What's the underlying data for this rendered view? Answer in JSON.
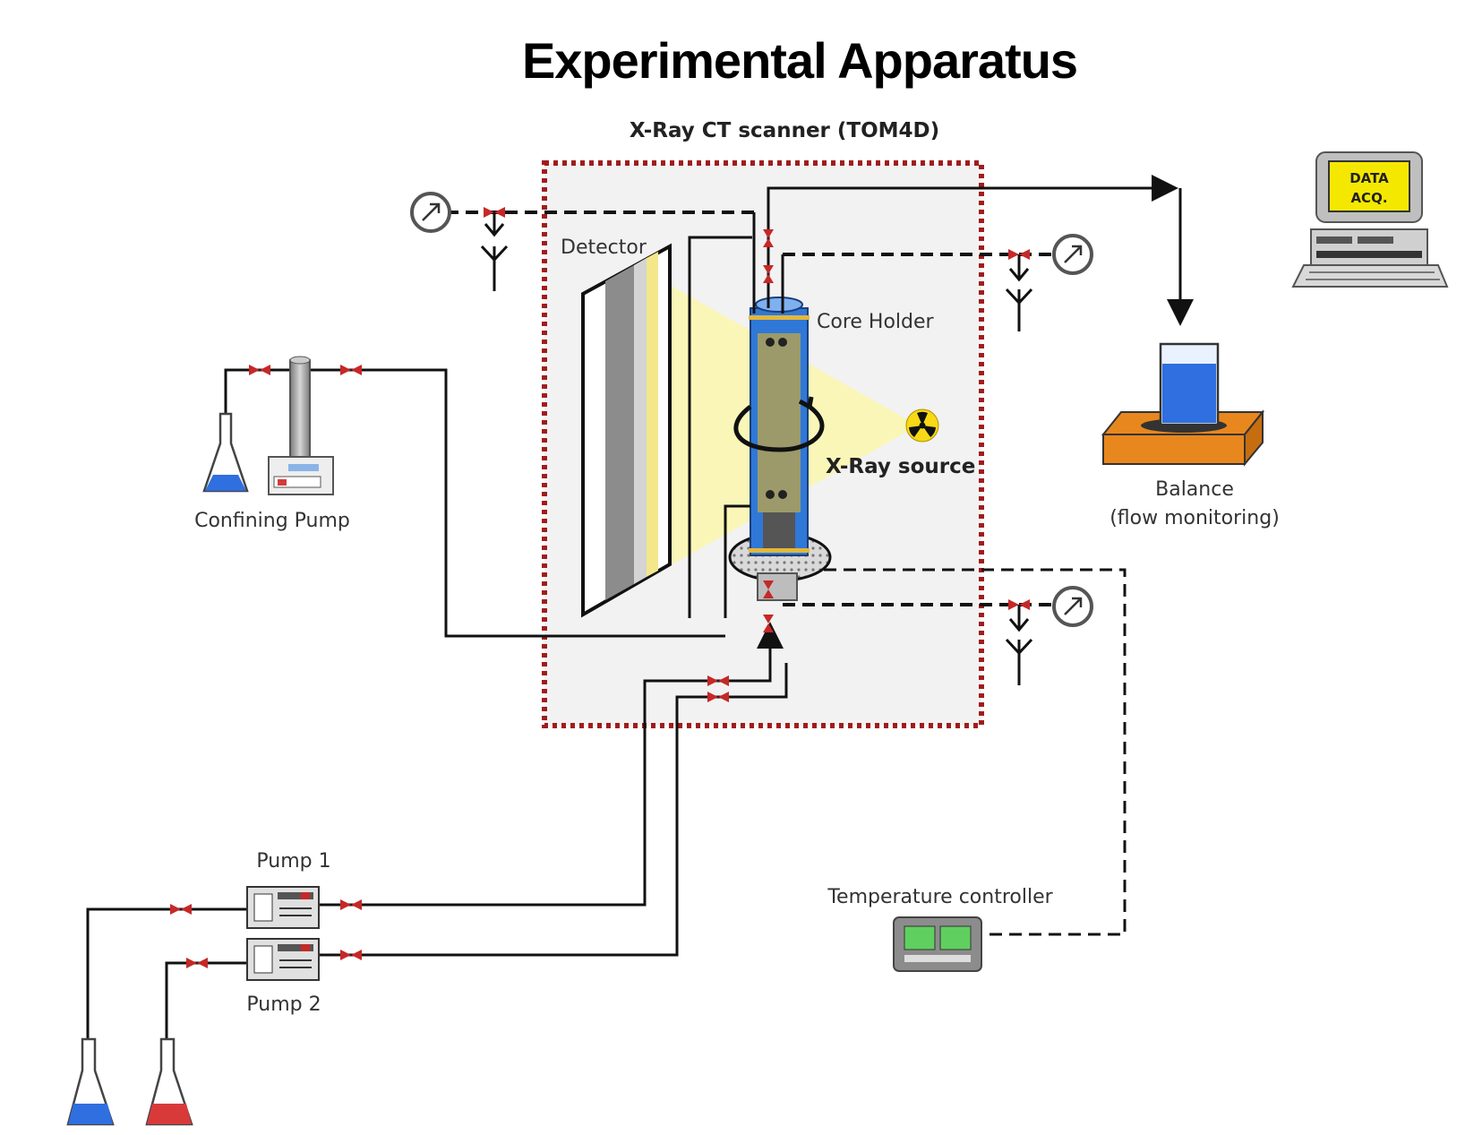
{
  "title": "Experimental Apparatus",
  "labels": {
    "ct_scanner": "X-Ray CT scanner (TOM4D)",
    "detector": "Detector",
    "core_holder": "Core Holder",
    "xray_source": "X-Ray source",
    "confining_pump": "Confining Pump",
    "balance_line1": "Balance",
    "balance_line2": "(flow monitoring)",
    "pump1": "Pump 1",
    "pump2": "Pump 2",
    "temperature_controller": "Temperature controller",
    "data_acq_line1": "DATA",
    "data_acq_line2": "ACQ."
  },
  "colors": {
    "enclosure_border": "#a01c1c",
    "enclosure_fill": "#f2f2f2",
    "xray_beam": "#fbf6b0",
    "valve": "#c62828",
    "liquid_blue": "#2f6fe0",
    "liquid_red": "#d83a3a",
    "balance_base": "#e8871e",
    "monitor_screen": "#f5e800",
    "core_sand": "#9c9a6a",
    "core_sleeve": "#2f78d8"
  }
}
